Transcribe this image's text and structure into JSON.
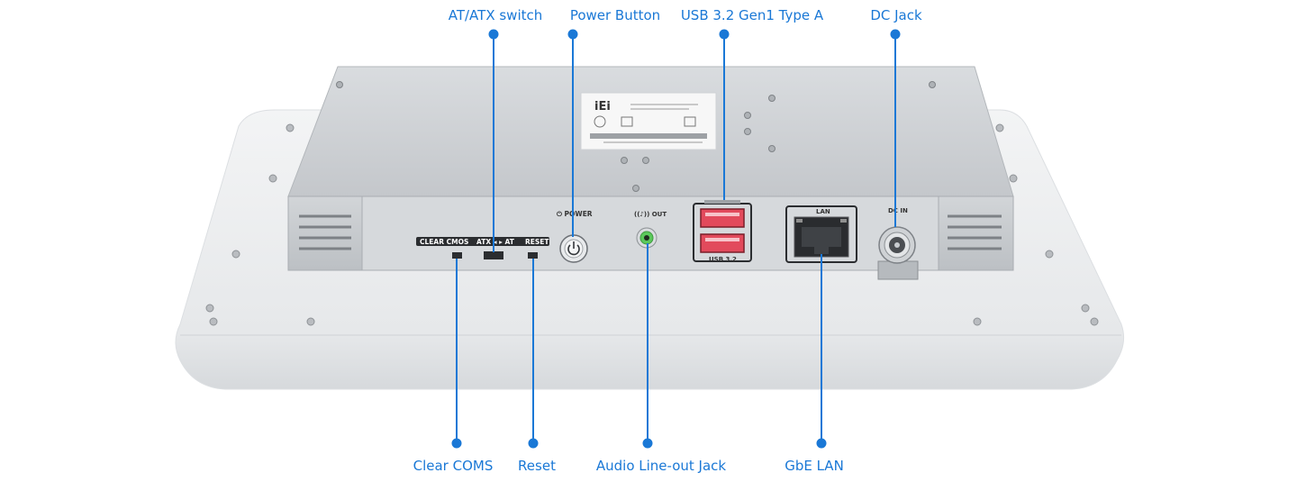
{
  "callouts_top": {
    "atx_switch": "AT/ATX switch",
    "power_button": "Power Button",
    "usb": "USB 3.2 Gen1 Type A",
    "dc_jack": "DC Jack"
  },
  "callouts_bottom": {
    "clear_cmos": "Clear COMS",
    "reset": "Reset",
    "audio": "Audio Line-out Jack",
    "lan": "GbE LAN"
  },
  "panel_labels": {
    "clear_cmos": "CLEAR CMOS",
    "atx_at": "ATX ◂ ▸ AT",
    "reset": "RESET",
    "power": "⏻ POWER",
    "audio_out": "((♪)) OUT",
    "usb": "USB 3.2",
    "lan": "LAN",
    "dc_in": "DC IN",
    "brand": "iEi"
  },
  "colors": {
    "accent": "#1a78d6",
    "housing": "#e9ebed",
    "metal": "#c9ccd0",
    "usb_port": "#e24a5c",
    "audio_ring": "#5bc85b"
  }
}
